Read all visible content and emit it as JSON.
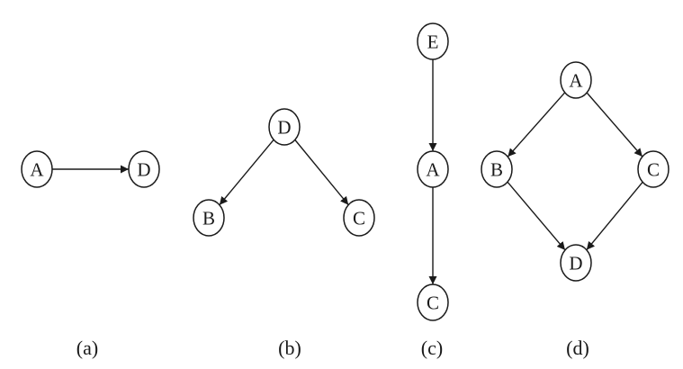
{
  "colors": {
    "stroke": "#1a1a1a",
    "node_fill": "#ffffff",
    "background": "#ffffff"
  },
  "panels": [
    {
      "id": "a",
      "caption": "(a)",
      "nodes": [
        {
          "id": "A",
          "label": "A"
        },
        {
          "id": "D",
          "label": "D"
        }
      ],
      "edges": [
        {
          "from": "A",
          "to": "D"
        }
      ]
    },
    {
      "id": "b",
      "caption": "(b)",
      "nodes": [
        {
          "id": "D",
          "label": "D"
        },
        {
          "id": "B",
          "label": "B"
        },
        {
          "id": "C",
          "label": "C"
        }
      ],
      "edges": [
        {
          "from": "D",
          "to": "B"
        },
        {
          "from": "D",
          "to": "C"
        }
      ]
    },
    {
      "id": "c",
      "caption": "(c)",
      "nodes": [
        {
          "id": "E",
          "label": "E"
        },
        {
          "id": "A",
          "label": "A"
        },
        {
          "id": "C",
          "label": "C"
        }
      ],
      "edges": [
        {
          "from": "E",
          "to": "A"
        },
        {
          "from": "A",
          "to": "C"
        }
      ]
    },
    {
      "id": "d",
      "caption": "(d)",
      "nodes": [
        {
          "id": "A",
          "label": "A"
        },
        {
          "id": "B",
          "label": "B"
        },
        {
          "id": "C",
          "label": "C"
        },
        {
          "id": "D",
          "label": "D"
        }
      ],
      "edges": [
        {
          "from": "A",
          "to": "B"
        },
        {
          "from": "A",
          "to": "C"
        },
        {
          "from": "B",
          "to": "D"
        },
        {
          "from": "C",
          "to": "D"
        }
      ]
    }
  ]
}
